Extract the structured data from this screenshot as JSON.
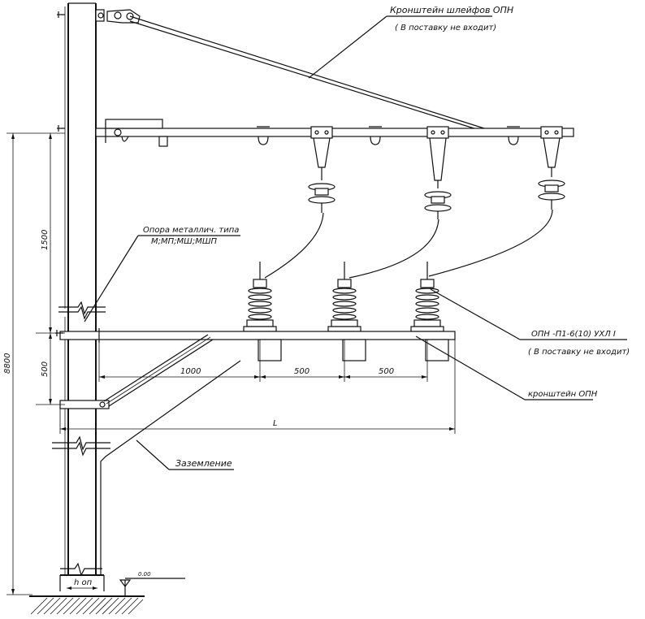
{
  "labels": {
    "bracket_loops": "Кронштейн шлейфов ОПН",
    "bracket_loops_note": "( В поставку не входит)",
    "pole": "Опора металлич. типа",
    "pole_types": "М;МП;МШ;МШП",
    "arrester": "ОПН -П1-6(10)  УХЛ I",
    "arrester_note": "( В поставку не входит)",
    "arrester_bracket": "кронштейн ОПН",
    "grounding": "Заземление",
    "foundation_depth": "h оп",
    "ground_level": "0.00"
  },
  "dimensions": {
    "total_height": "8800",
    "upper_span": "1500",
    "lower_span": "500",
    "brace_length": "1000",
    "arrester_spacing_1": "500",
    "arrester_spacing_2": "500",
    "bracket_length": "L"
  },
  "colors": {
    "ink": "#111111",
    "paper": "#ffffff"
  }
}
